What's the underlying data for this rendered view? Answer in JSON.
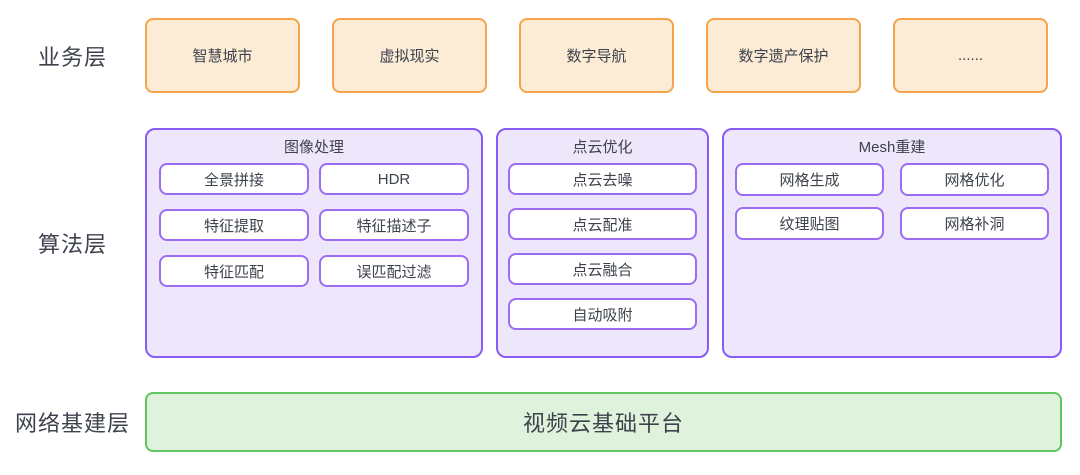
{
  "colors": {
    "business_border": "#F5A34C",
    "business_fill": "#FCEBD5",
    "algorithm_border": "#875BF5",
    "algorithm_fill": "#EEE7FC",
    "algorithm_item_border": "#9B6DF2",
    "algorithm_item_fill": "#FFFFFF",
    "infrastructure_border": "#5FC65F",
    "infrastructure_fill": "#DFF3DC",
    "text": "#3D424C"
  },
  "layers": {
    "business": {
      "label": "业务层",
      "items": [
        "智慧城市",
        "虚拟现实",
        "数字导航",
        "数字遗产保护",
        "......"
      ]
    },
    "algorithm": {
      "label": "算法层",
      "groups": [
        {
          "title": "图像处理",
          "items": [
            "全景拼接",
            "HDR",
            "特征提取",
            "特征描述子",
            "特征匹配",
            "误匹配过滤"
          ]
        },
        {
          "title": "点云优化",
          "items": [
            "点云去噪",
            "点云配准",
            "点云融合",
            "自动吸附"
          ]
        },
        {
          "title": "Mesh重建",
          "items": [
            "网格生成",
            "网格优化",
            "纹理贴图",
            "网格补洞"
          ]
        }
      ]
    },
    "infrastructure": {
      "label": "网络基建层",
      "platform": "视频云基础平台"
    }
  }
}
